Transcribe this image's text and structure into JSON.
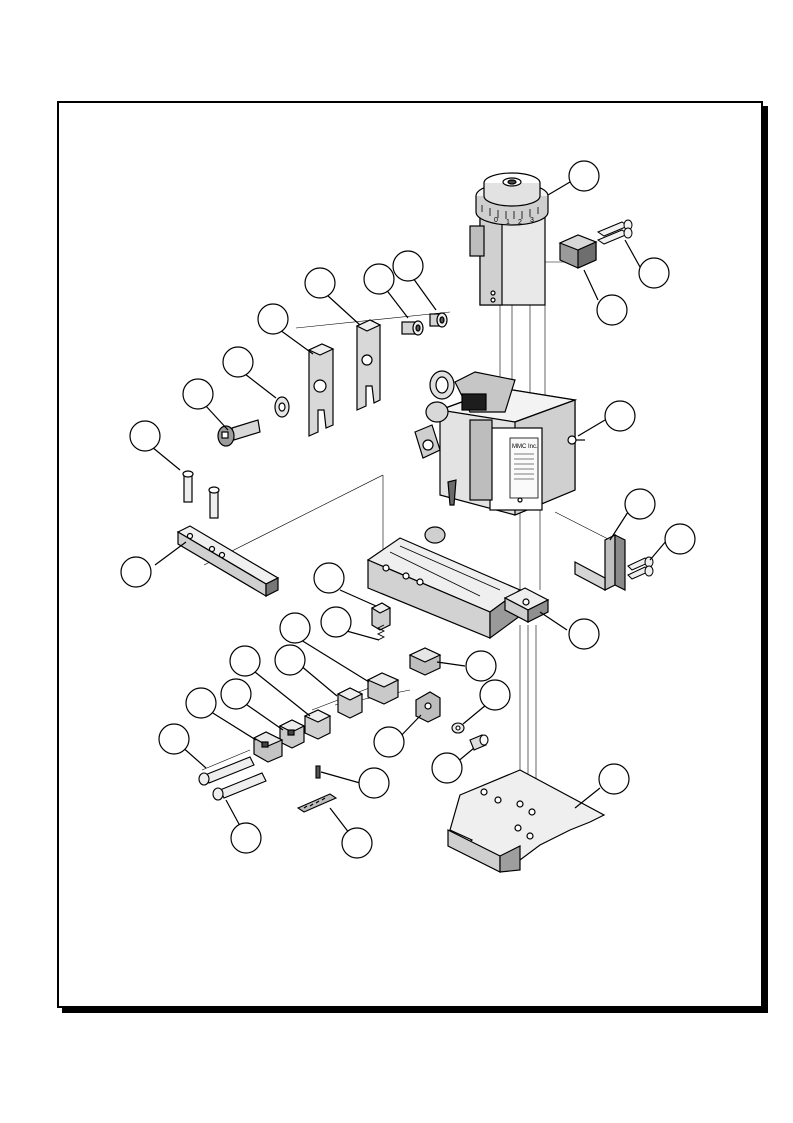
{
  "figure": {
    "type": "exploded-assembly-drawing",
    "callouts": [
      "",
      "",
      "",
      "",
      "",
      "",
      "",
      "",
      "",
      "",
      "",
      "",
      "",
      "",
      "",
      "",
      "",
      "",
      "",
      "",
      "",
      "",
      "",
      "",
      "",
      ""
    ]
  },
  "colors": {
    "line": "#000000",
    "part_fill_light": "#e9e9e9",
    "part_fill_mid": "#bdbdbd",
    "part_fill_dark": "#7a7a7a",
    "background": "#ffffff"
  },
  "part_markings": {
    "dial_numbers": [
      "0",
      "1",
      "2",
      "3"
    ],
    "nameplate_brand": "MMC Inc."
  }
}
